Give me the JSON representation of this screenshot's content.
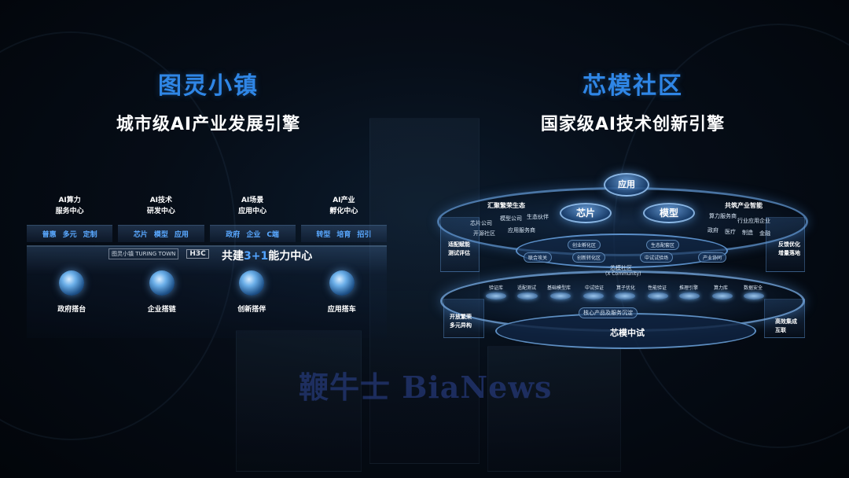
{
  "left": {
    "title": "图灵小镇",
    "subtitle": "城市级AI产业发展引擎",
    "cards": [
      {
        "line1": "AI算力",
        "line2": "服务中心",
        "tags": [
          "普惠",
          "多元",
          "定制"
        ]
      },
      {
        "line1": "AI技术",
        "line2": "研发中心",
        "tags": [
          "芯片",
          "模型",
          "应用"
        ]
      },
      {
        "line1": "AI场景",
        "line2": "应用中心",
        "tags": [
          "政府",
          "企业",
          "C端"
        ]
      },
      {
        "line1": "AI产业",
        "line2": "孵化中心",
        "tags": [
          "转型",
          "培育",
          "招引"
        ]
      }
    ],
    "logo_1": "图灵小镇 TURING TOWN",
    "logo_2": "H3C",
    "center_prefix": "共建",
    "center_highlight": "3+1",
    "center_suffix": "能力中心",
    "circles": [
      "政府搭台",
      "企业搭链",
      "创新搭伴",
      "应用搭车"
    ],
    "colors": {
      "accent": "#2f86e6",
      "tag_text": "#59a8ff"
    }
  },
  "right": {
    "title": "芯模社区",
    "subtitle": "国家级AI技术创新引擎",
    "top_node": "应用",
    "node_chip": "芯片",
    "node_model": "模型",
    "top_left_label": "汇聚繁荣生态",
    "top_right_label": "共筑产业智能",
    "top_left_items": [
      "芯片公司",
      "模型公司",
      "生态伙伴",
      "开源社区",
      "应用服务商"
    ],
    "top_right_items": [
      "算力服务商",
      "行业应用企业",
      "政府",
      "医疗",
      "制造",
      "金融"
    ],
    "left_wall": [
      "适配赋能",
      "测试评估"
    ],
    "right_wall": [
      "反馈优化",
      "增量落地"
    ],
    "mid_items": [
      "创业孵化区",
      "生态配套区",
      "联合攻关",
      "创新转化区",
      "中试试验场",
      "产业协同"
    ],
    "community_label": "芯模社区",
    "community_sub": "(X Community)",
    "chips": [
      "验证库",
      "适配测试",
      "基础模型库",
      "中试验证",
      "算子优化",
      "性能验证",
      "推理引擎",
      "算力库",
      "数据安全"
    ],
    "core_label": "核心产品及服务沉淀",
    "bottom_label": "芯模中试",
    "lower_left": [
      "开放繁荣",
      "多元异构"
    ],
    "lower_right": [
      "高效集成",
      "互联"
    ]
  },
  "watermark": "鞭牛士 BiaNews"
}
